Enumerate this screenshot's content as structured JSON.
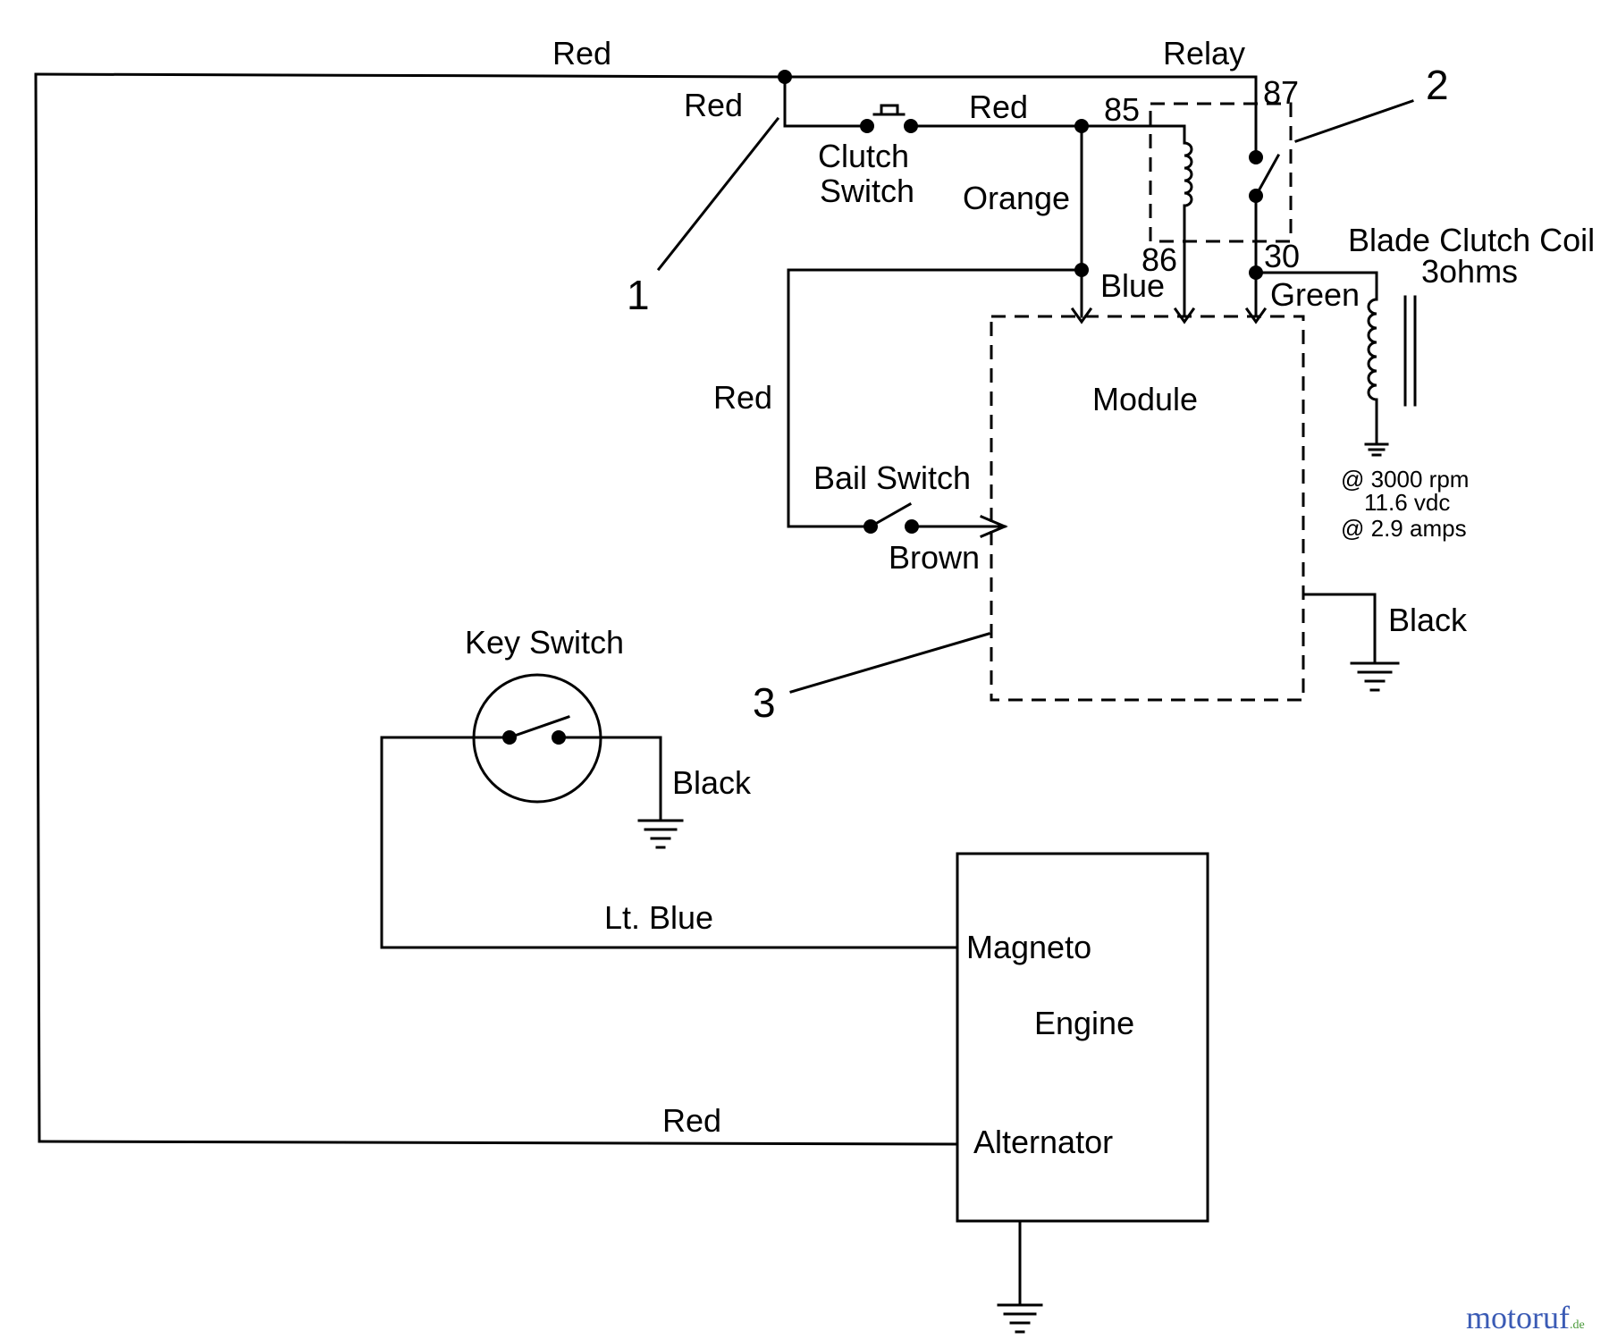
{
  "labels": {
    "red_top": "Red",
    "relay": "Relay",
    "red_left_junction": "Red",
    "red_after_clutch": "Red",
    "clutch_switch_line1": "Clutch",
    "clutch_switch_line2": "Switch",
    "orange": "Orange",
    "blue": "Blue",
    "green": "Green",
    "red_bail": "Red",
    "bail_switch": "Bail Switch",
    "brown": "Brown",
    "module": "Module",
    "blade_clutch_coil_line1": "Blade Clutch Coil",
    "blade_clutch_coil_line2": "3ohms",
    "spec_line1": "@ 3000 rpm",
    "spec_line2": "11.6 vdc",
    "spec_line3": "@ 2.9 amps",
    "black_module": "Black",
    "key_switch": "Key Switch",
    "black_key": "Black",
    "lt_blue": "Lt. Blue",
    "magneto": "Magneto",
    "engine": "Engine",
    "red_bottom": "Red",
    "alternator": "Alternator"
  },
  "pins": {
    "p85": "85",
    "p86": "86",
    "p87": "87",
    "p30": "30"
  },
  "callouts": {
    "c1": "1",
    "c2": "2",
    "c3": "3"
  },
  "watermark": {
    "text": "motoruf",
    "suffix": ".de"
  },
  "colors": {
    "watermark_blue": "#3b5bb5",
    "watermark_orange": "#e07a10",
    "watermark_green": "#4a9a3a"
  }
}
